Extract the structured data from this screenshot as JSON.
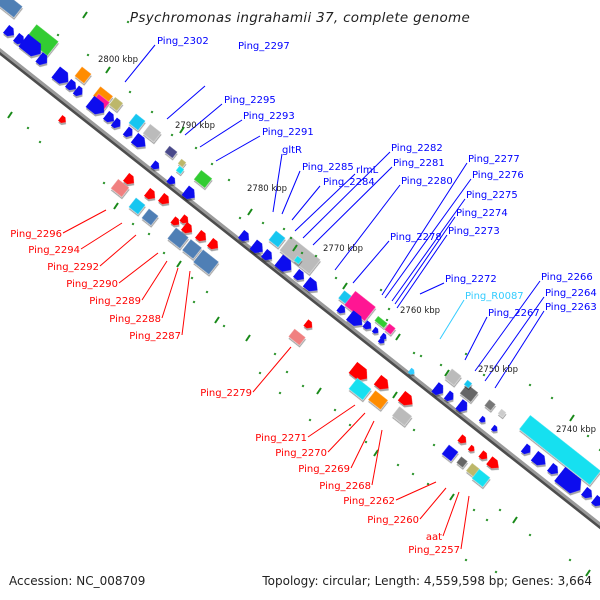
{
  "title": "Psychromonas ingrahamii 37, complete genome",
  "footer": {
    "accession": "Accession: NC_008709",
    "summary": "Topology: circular; Length: 4,559,598 bp; Genes: 3,664"
  },
  "colors": {
    "forward_label": "#0000ff",
    "reverse_label": "#ff0000",
    "rna_label": "#33ccff",
    "backbone": "#7f7f7f",
    "tick": "#1a8a1a"
  },
  "scale_labels": [
    "2800 kbp",
    "2790 kbp",
    "2780 kbp",
    "2770 kbp",
    "2760 kbp",
    "2750 kbp",
    "2740 kbp"
  ],
  "forward_labels": [
    {
      "text": "Ping_2302"
    },
    {
      "text": "Ping_2297"
    },
    {
      "text": "Ping_2295"
    },
    {
      "text": "Ping_2293"
    },
    {
      "text": "Ping_2291"
    },
    {
      "text": "gltR"
    },
    {
      "text": "Ping_2285"
    },
    {
      "text": "Ping_2284"
    },
    {
      "text": "rlmL"
    },
    {
      "text": "Ping_2282"
    },
    {
      "text": "Ping_2281"
    },
    {
      "text": "Ping_2280"
    },
    {
      "text": "Ping_2278"
    },
    {
      "text": "Ping_2277"
    },
    {
      "text": "Ping_2276"
    },
    {
      "text": "Ping_2275"
    },
    {
      "text": "Ping_2274"
    },
    {
      "text": "Ping_2273"
    },
    {
      "text": "Ping_2272"
    },
    {
      "text": "Ping_R0087"
    },
    {
      "text": "Ping_2267"
    },
    {
      "text": "Ping_2266"
    },
    {
      "text": "Ping_2264"
    },
    {
      "text": "Ping_2263"
    }
  ],
  "reverse_labels": [
    {
      "text": "Ping_2296"
    },
    {
      "text": "Ping_2294"
    },
    {
      "text": "Ping_2292"
    },
    {
      "text": "Ping_2290"
    },
    {
      "text": "Ping_2289"
    },
    {
      "text": "Ping_2288"
    },
    {
      "text": "Ping_2287"
    },
    {
      "text": "Ping_2279"
    },
    {
      "text": "Ping_2271"
    },
    {
      "text": "Ping_2270"
    },
    {
      "text": "Ping_2269"
    },
    {
      "text": "Ping_2268"
    },
    {
      "text": "Ping_2262"
    },
    {
      "text": "Ping_2260"
    },
    {
      "text": "aat"
    },
    {
      "text": "Ping_2257"
    }
  ]
}
